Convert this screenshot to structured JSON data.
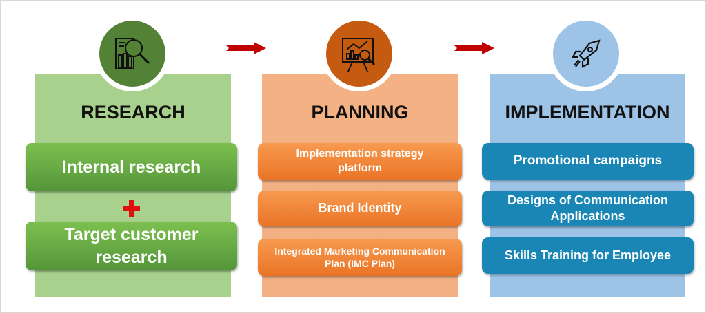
{
  "stages": [
    {
      "title": "RESEARCH",
      "icon": "research-magnifier-icon",
      "color": "#a9d18e",
      "circle": "#538135",
      "items": [
        "Internal research",
        "Target customer research"
      ],
      "connector": "plus"
    },
    {
      "title": "PLANNING",
      "icon": "presentation-chart-icon",
      "color": "#f4b183",
      "circle": "#c55a11",
      "items": [
        "Implementation strategy platform",
        "Brand Identity",
        "Integrated Marketing Communication Plan (IMC Plan)"
      ]
    },
    {
      "title": "IMPLEMENTATION",
      "icon": "rocket-icon",
      "color": "#9dc3e6",
      "circle": "#9dc3e6",
      "items": [
        "Promotional campaigns",
        "Designs of Communication Applications",
        "Skills Training for Employee"
      ]
    }
  ],
  "arrow_color": "#c00000"
}
